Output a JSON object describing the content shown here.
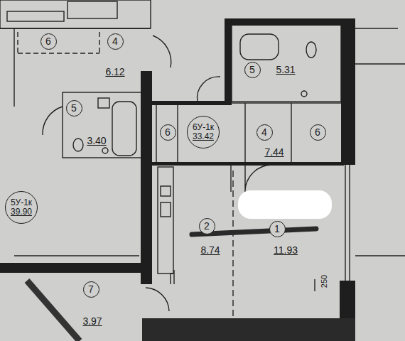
{
  "diagram": {
    "nodes": [
      {
        "text": [
          "6"
        ]
      },
      {
        "text": [
          "4"
        ]
      },
      {
        "text": [
          "5"
        ]
      },
      {
        "text": [
          "5"
        ]
      },
      {
        "text": [
          "6"
        ]
      },
      {
        "text": [
          "6У-1к",
          "33.42"
        ]
      },
      {
        "text": [
          "4"
        ]
      },
      {
        "text": [
          "6"
        ]
      },
      {
        "text": [
          "5У-1к",
          "39.90"
        ]
      },
      {
        "text": [
          "2"
        ]
      },
      {
        "text": [
          "1"
        ]
      },
      {
        "text": [
          "7"
        ]
      }
    ],
    "edges": [],
    "labels": [
      "6.12",
      "5.31",
      "3.40",
      "7.44",
      "8.74",
      "11.93",
      "250",
      "3.97"
    ]
  }
}
